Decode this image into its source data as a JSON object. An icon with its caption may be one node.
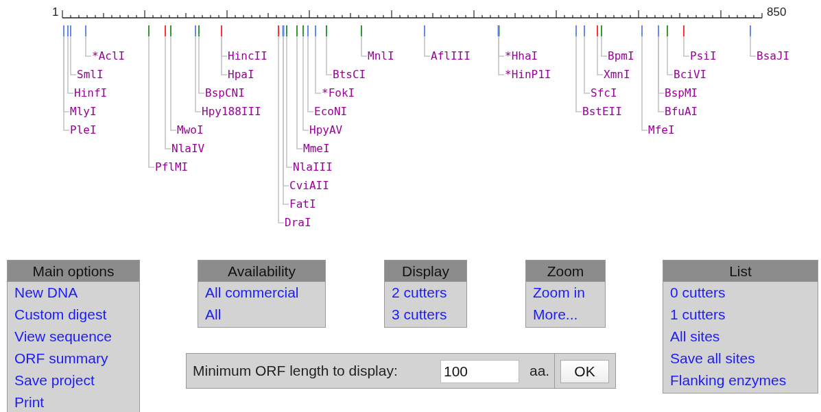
{
  "diagram": {
    "nodes": [
      {
        "text": [
          "*AclI"
        ]
      },
      {
        "text": [
          "SmlI"
        ]
      },
      {
        "text": [
          "HinfI"
        ]
      },
      {
        "text": [
          "MlyI"
        ]
      },
      {
        "text": [
          "PleI"
        ]
      },
      {
        "text": [
          "PflMI"
        ]
      },
      {
        "text": [
          "NlaIV"
        ]
      },
      {
        "text": [
          "MwoI"
        ]
      },
      {
        "text": [
          "Hpy188III"
        ]
      },
      {
        "text": [
          "BspCNI"
        ]
      },
      {
        "text": [
          "HincII"
        ]
      },
      {
        "text": [
          "HpaI"
        ]
      },
      {
        "text": [
          "DraI"
        ]
      },
      {
        "text": [
          "FatI"
        ]
      },
      {
        "text": [
          "CviAII"
        ]
      },
      {
        "text": [
          "NlaIII"
        ]
      },
      {
        "text": [
          "MmeI"
        ]
      },
      {
        "text": [
          "HpyAV"
        ]
      },
      {
        "text": [
          "EcoNI"
        ]
      },
      {
        "text": [
          "*FokI"
        ]
      },
      {
        "text": [
          "BtsCI"
        ]
      },
      {
        "text": [
          "MnlI"
        ]
      },
      {
        "text": [
          "AflIII"
        ]
      },
      {
        "text": [
          "*HhaI"
        ]
      },
      {
        "text": [
          "*HinP1I"
        ]
      },
      {
        "text": [
          "BstEII"
        ]
      },
      {
        "text": [
          "SfcI"
        ]
      },
      {
        "text": [
          "XmnI"
        ]
      },
      {
        "text": [
          "BpmI"
        ]
      },
      {
        "text": [
          "MfeI"
        ]
      },
      {
        "text": [
          "BspMI"
        ]
      },
      {
        "text": [
          "BfuAI"
        ]
      },
      {
        "text": [
          "BciVI"
        ]
      },
      {
        "text": [
          "PsiI"
        ]
      },
      {
        "text": [
          "BsaJI"
        ]
      },
      {
        "text": [],
        "shape": "bar"
      },
      {
        "text": [],
        "shape": "bar"
      },
      {
        "text": [],
        "shape": "bar"
      },
      {
        "text": [],
        "shape": "bar"
      },
      {
        "text": [],
        "shape": "bar"
      },
      {
        "text": [],
        "shape": "bar"
      },
      {
        "text": [],
        "shape": "bar"
      },
      {
        "text": [],
        "shape": "bar"
      },
      {
        "text": [],
        "shape": "bar"
      },
      {
        "text": [],
        "shape": "bar"
      },
      {
        "text": [],
        "shape": "bar"
      },
      {
        "text": [],
        "shape": "bar"
      },
      {
        "text": [],
        "shape": "bar"
      },
      {
        "text": [],
        "shape": "bar"
      },
      {
        "text": [],
        "shape": "bar"
      },
      {
        "text": [],
        "shape": "bar"
      },
      {
        "text": [],
        "shape": "bar"
      },
      {
        "text": [],
        "shape": "bar"
      },
      {
        "text": [],
        "shape": "bar"
      },
      {
        "text": [],
        "shape": "bar"
      },
      {
        "text": [],
        "shape": "bar"
      },
      {
        "text": [],
        "shape": "bar"
      },
      {
        "text": [],
        "shape": "bar"
      },
      {
        "text": [],
        "shape": "bar"
      },
      {
        "text": [],
        "shape": "bar"
      },
      {
        "text": [],
        "shape": "bar"
      },
      {
        "text": [],
        "shape": "bar"
      },
      {
        "text": [],
        "shape": "bar"
      },
      {
        "text": [],
        "shape": "bar"
      },
      {
        "text": [],
        "shape": "bar"
      },
      {
        "text": [
          "Main options",
          "New DNA",
          "Custom digest",
          "View sequence",
          "ORF summary",
          "Save project",
          "Print"
        ]
      },
      {
        "text": [
          "Availability",
          "All commercial",
          "All"
        ]
      },
      {
        "text": [
          "Display",
          "2 cutters",
          "3 cutters"
        ]
      },
      {
        "text": [
          "Zoom",
          "Zoom in",
          "More..."
        ]
      },
      {
        "text": [
          "List",
          "0 cutters",
          "1 cutters",
          "All sites",
          "Save all sites",
          "Flanking enzymes"
        ]
      },
      {
        "text": [
          "Minimum ORF length to display:",
          "aa."
        ]
      },
      {
        "text": [
          "100"
        ],
        "in": 70
      },
      {
        "text": [
          "OK"
        ],
        "in": 70
      }
    ],
    "edges": [
      {
        "from": 0,
        "to": 38,
        "arrow": "none"
      },
      {
        "from": 1,
        "to": 37,
        "arrow": "none"
      },
      {
        "from": 2,
        "to": 36,
        "arrow": "none"
      },
      {
        "from": 3,
        "to": 35,
        "arrow": "none"
      },
      {
        "from": 4,
        "to": 35,
        "arrow": "none"
      },
      {
        "from": 5,
        "to": 39,
        "arrow": "none"
      },
      {
        "from": 6,
        "to": 40,
        "arrow": "none"
      },
      {
        "from": 7,
        "to": 41,
        "arrow": "none"
      },
      {
        "from": 8,
        "to": 42,
        "arrow": "none"
      },
      {
        "from": 9,
        "to": 43,
        "arrow": "none"
      },
      {
        "from": 10,
        "to": 44,
        "arrow": "none"
      },
      {
        "from": 11,
        "to": 44,
        "arrow": "none"
      },
      {
        "from": 12,
        "to": 45,
        "arrow": "none"
      },
      {
        "from": 13,
        "to": 46,
        "arrow": "none"
      },
      {
        "from": 14,
        "to": 46,
        "arrow": "none"
      },
      {
        "from": 15,
        "to": 47,
        "arrow": "none"
      },
      {
        "from": 16,
        "to": 48,
        "arrow": "none"
      },
      {
        "from": 17,
        "to": 49,
        "arrow": "none"
      },
      {
        "from": 18,
        "to": 50,
        "arrow": "none"
      },
      {
        "from": 19,
        "to": 51,
        "arrow": "none"
      },
      {
        "from": 20,
        "to": 52,
        "arrow": "none"
      },
      {
        "from": 21,
        "to": 53,
        "arrow": "none"
      },
      {
        "from": 22,
        "to": 54,
        "arrow": "none"
      },
      {
        "from": 23,
        "to": 55,
        "arrow": "none"
      },
      {
        "from": 24,
        "to": 55,
        "arrow": "none"
      },
      {
        "from": 25,
        "to": 56,
        "arrow": "none"
      },
      {
        "from": 26,
        "to": 57,
        "arrow": "none"
      },
      {
        "from": 27,
        "to": 58,
        "arrow": "none"
      },
      {
        "from": 28,
        "to": 59,
        "arrow": "none"
      },
      {
        "from": 29,
        "to": 60,
        "arrow": "none"
      },
      {
        "from": 30,
        "to": 61,
        "arrow": "none"
      },
      {
        "from": 31,
        "to": 61,
        "arrow": "none"
      },
      {
        "from": 32,
        "to": 62,
        "arrow": "none"
      },
      {
        "from": 33,
        "to": 63,
        "arrow": "none"
      },
      {
        "from": 34,
        "to": 64,
        "arrow": "none"
      }
    ],
    "labels": [
      "1",
      "850"
    ]
  }
}
